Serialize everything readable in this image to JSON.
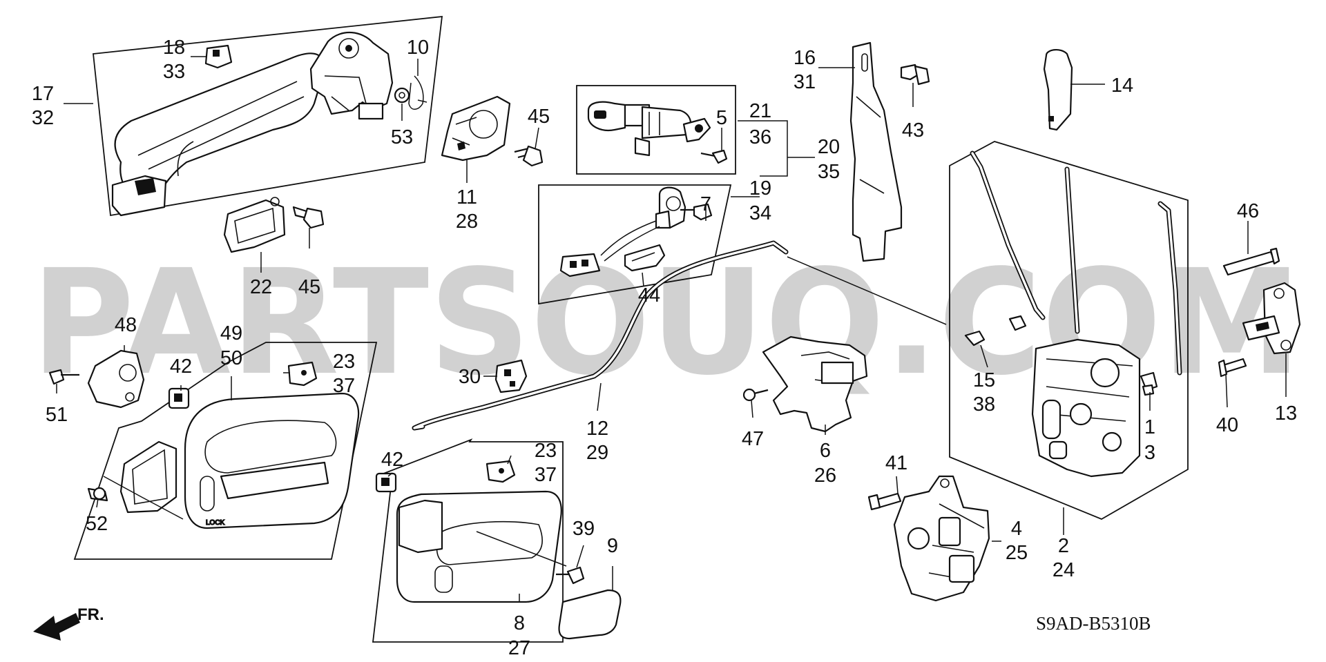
{
  "watermark": "PARTSOUQ.COM",
  "diagram_code": "S9AD-B5310B",
  "direction_marker": "FR.",
  "callouts": [
    {
      "id": "17-32",
      "lines": [
        "17",
        "32"
      ]
    },
    {
      "id": "18-33",
      "lines": [
        "18",
        "33"
      ]
    },
    {
      "id": "10",
      "lines": [
        "10"
      ]
    },
    {
      "id": "53",
      "lines": [
        "53"
      ]
    },
    {
      "id": "45-a",
      "lines": [
        "45"
      ]
    },
    {
      "id": "11-28",
      "lines": [
        "11",
        "28"
      ]
    },
    {
      "id": "22",
      "lines": [
        "22"
      ]
    },
    {
      "id": "45-b",
      "lines": [
        "45"
      ]
    },
    {
      "id": "5",
      "lines": [
        "5"
      ]
    },
    {
      "id": "21-36",
      "lines": [
        "21",
        "36"
      ]
    },
    {
      "id": "20-35",
      "lines": [
        "20",
        "35"
      ]
    },
    {
      "id": "19-34",
      "lines": [
        "19",
        "34"
      ]
    },
    {
      "id": "7",
      "lines": [
        "7"
      ]
    },
    {
      "id": "44",
      "lines": [
        "44"
      ]
    },
    {
      "id": "16-31",
      "lines": [
        "16",
        "31"
      ]
    },
    {
      "id": "43",
      "lines": [
        "43"
      ]
    },
    {
      "id": "14",
      "lines": [
        "14"
      ]
    },
    {
      "id": "46",
      "lines": [
        "46"
      ]
    },
    {
      "id": "48",
      "lines": [
        "48"
      ]
    },
    {
      "id": "49-50",
      "lines": [
        "49",
        "50"
      ]
    },
    {
      "id": "42-a",
      "lines": [
        "42"
      ]
    },
    {
      "id": "23-37-a",
      "lines": [
        "23",
        "37"
      ]
    },
    {
      "id": "51",
      "lines": [
        "51"
      ]
    },
    {
      "id": "52",
      "lines": [
        "52"
      ]
    },
    {
      "id": "30",
      "lines": [
        "30"
      ]
    },
    {
      "id": "12-29",
      "lines": [
        "12",
        "29"
      ]
    },
    {
      "id": "42-b",
      "lines": [
        "42"
      ]
    },
    {
      "id": "23-37-b",
      "lines": [
        "23",
        "37"
      ]
    },
    {
      "id": "39",
      "lines": [
        "39"
      ]
    },
    {
      "id": "9",
      "lines": [
        "9"
      ]
    },
    {
      "id": "8-27",
      "lines": [
        "8",
        "27"
      ]
    },
    {
      "id": "47",
      "lines": [
        "47"
      ]
    },
    {
      "id": "6-26",
      "lines": [
        "6",
        "26"
      ]
    },
    {
      "id": "15-38",
      "lines": [
        "15",
        "38"
      ]
    },
    {
      "id": "1-3",
      "lines": [
        "1",
        "3"
      ]
    },
    {
      "id": "41",
      "lines": [
        "41"
      ]
    },
    {
      "id": "4-25",
      "lines": [
        "4",
        "25"
      ]
    },
    {
      "id": "2-24",
      "lines": [
        "2",
        "24"
      ]
    },
    {
      "id": "40",
      "lines": [
        "40"
      ]
    },
    {
      "id": "13",
      "lines": [
        "13"
      ]
    }
  ]
}
